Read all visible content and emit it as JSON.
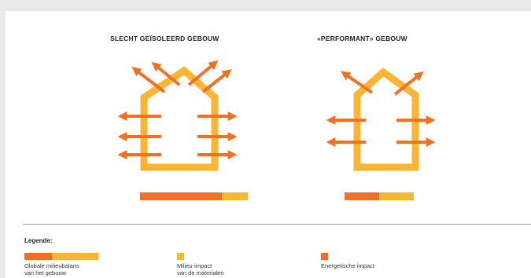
{
  "diagram": {
    "left_title": "SLECHT GEÏSOLEERD GEBOUW",
    "right_title": "«PERFORMANT» GEBOUW"
  },
  "legend": {
    "title": "Legende:",
    "items": [
      {
        "label": "Globale milieubalans\nvan het gebouw"
      },
      {
        "label": "Milieu-impact\nvan de materialen"
      },
      {
        "label": "Energetische impact"
      }
    ]
  },
  "colors": {
    "materials": "#fbb534",
    "energy": "#ee7125",
    "text": "#1e1e1e",
    "background": "#e9e9e9"
  }
}
